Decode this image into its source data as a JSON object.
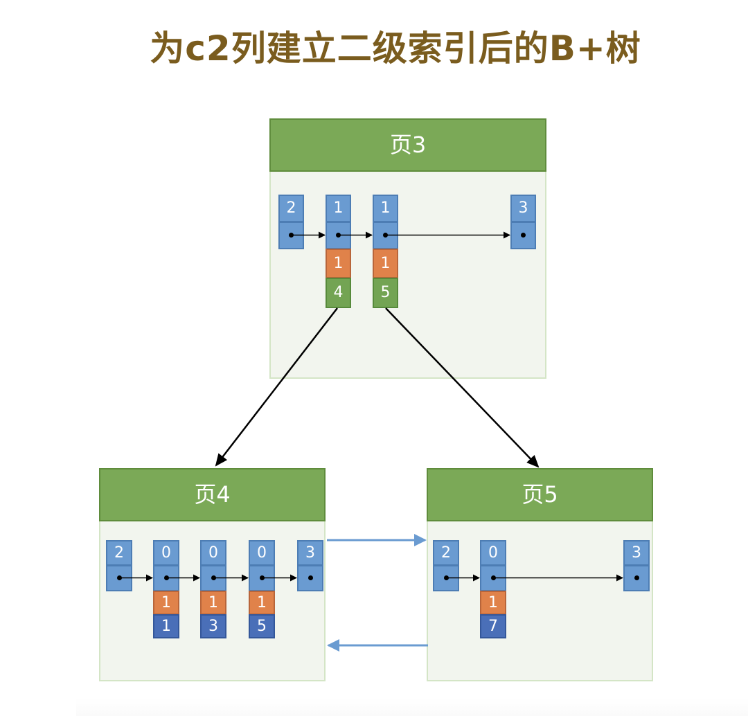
{
  "title": "为c2列建立二级索引后的B+树",
  "colors": {
    "title": "#7a5c1e",
    "page_header": "#7ba957",
    "page_body": "#f2f5ee",
    "key_cell": "#6a9bd1",
    "c2_cell": "#e0824a",
    "page_no_cell": "#73a453",
    "pk_cell": "#4a6fb8",
    "sibling_arrow": "#6a9bd1"
  },
  "pages": {
    "page3": {
      "label": "页3",
      "records": [
        {
          "record_type": "2"
        },
        {
          "record_type": "1",
          "c2": "1",
          "page_no": "4"
        },
        {
          "record_type": "1",
          "c2": "1",
          "page_no": "5"
        },
        {
          "record_type": "3"
        }
      ]
    },
    "page4": {
      "label": "页4",
      "records": [
        {
          "record_type": "2"
        },
        {
          "record_type": "0",
          "c2": "1",
          "c1": "1"
        },
        {
          "record_type": "0",
          "c2": "1",
          "c1": "3"
        },
        {
          "record_type": "0",
          "c2": "1",
          "c1": "5"
        },
        {
          "record_type": "3"
        }
      ]
    },
    "page5": {
      "label": "页5",
      "records": [
        {
          "record_type": "2"
        },
        {
          "record_type": "0",
          "c2": "1",
          "c1": "7"
        },
        {
          "record_type": "3"
        }
      ]
    }
  },
  "links": [
    {
      "from": "page3.records.1",
      "to": "page4"
    },
    {
      "from": "page3.records.2",
      "to": "page5"
    },
    {
      "from": "page4",
      "to": "page5",
      "kind": "next-page"
    },
    {
      "from": "page5",
      "to": "page4",
      "kind": "prev-page"
    }
  ]
}
